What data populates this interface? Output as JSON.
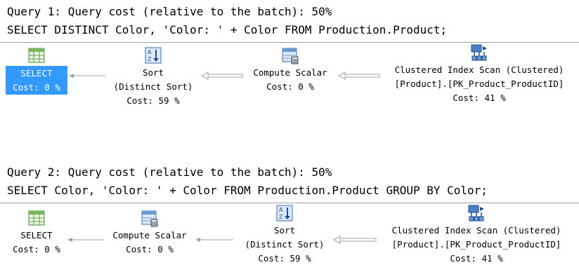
{
  "query1": {
    "header": "Query 1: Query cost (relative to the batch): 50%",
    "sql": "SELECT DISTINCT Color, 'Color: ' + Color FROM Production.Product;",
    "nodes": {
      "select": {
        "label": "SELECT",
        "cost": "Cost: 0 %",
        "icon": "result-grid-icon",
        "selected": true
      },
      "sort": {
        "label": "Sort",
        "sub": "(Distinct Sort)",
        "cost": "Cost: 59 %",
        "icon": "sort-icon"
      },
      "compute": {
        "label": "Compute Scalar",
        "cost": "Cost: 0 %",
        "icon": "compute-scalar-icon"
      },
      "scan": {
        "label": "Clustered Index Scan (Clustered)",
        "sub": "[Product].[PK_Product_ProductID]",
        "cost": "Cost: 41 %",
        "icon": "clustered-index-scan-icon"
      }
    }
  },
  "query2": {
    "header": "Query 2: Query cost (relative to the batch): 50%",
    "sql": "SELECT Color, 'Color: ' + Color FROM Production.Product GROUP BY Color;",
    "nodes": {
      "select": {
        "label": "SELECT",
        "cost": "Cost: 0 %",
        "icon": "result-grid-icon"
      },
      "compute": {
        "label": "Compute Scalar",
        "cost": "Cost: 0 %",
        "icon": "compute-scalar-icon"
      },
      "sort": {
        "label": "Sort",
        "sub": "(Distinct Sort)",
        "cost": "Cost: 59 %",
        "icon": "sort-icon"
      },
      "scan": {
        "label": "Clustered Index Scan (Clustered)",
        "sub": "[Product].[PK_Product_ProductID]",
        "cost": "Cost: 41 %",
        "icon": "clustered-index-scan-icon"
      }
    }
  },
  "colors": {
    "selection": "#3399ff",
    "separator": "#a0a0a0",
    "arrow": "#a0a0a0"
  }
}
